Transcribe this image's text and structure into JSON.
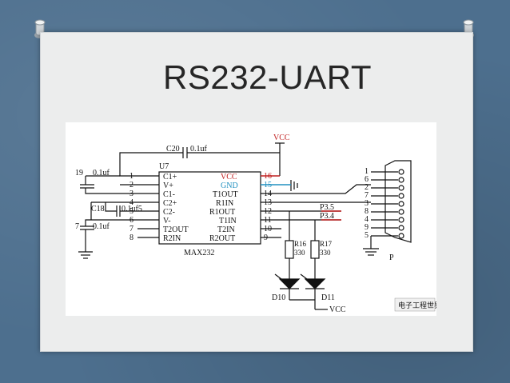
{
  "slide": {
    "title": "RS232-UART"
  },
  "schematic": {
    "chip_ref": "U7",
    "chip_name": "MAX232",
    "left_pins": [
      {
        "num": "1",
        "name": "C1+"
      },
      {
        "num": "2",
        "name": "V+"
      },
      {
        "num": "3",
        "name": "C1-"
      },
      {
        "num": "4",
        "name": "C2+"
      },
      {
        "num": "5",
        "name": "C2-"
      },
      {
        "num": "6",
        "name": "V-"
      },
      {
        "num": "7",
        "name": "T2OUT"
      },
      {
        "num": "8",
        "name": "R2IN"
      }
    ],
    "right_pins": [
      {
        "num": "16",
        "name": "VCC"
      },
      {
        "num": "15",
        "name": "GND"
      },
      {
        "num": "14",
        "name": "T1OUT"
      },
      {
        "num": "13",
        "name": "R1IN"
      },
      {
        "num": "12",
        "name": "R1OUT"
      },
      {
        "num": "11",
        "name": "T1IN"
      },
      {
        "num": "10",
        "name": "T2IN"
      },
      {
        "num": "9",
        "name": "R2OUT"
      }
    ],
    "capacitors": {
      "c20": {
        "ref": "C20",
        "value": "0.1uf"
      },
      "c19": {
        "ref": "19",
        "value": "0.1uf"
      },
      "c18": {
        "ref": "C18",
        "value": "0.1uf5"
      },
      "c17": {
        "ref": "7",
        "value": "0.1uf"
      }
    },
    "vcc_top": "VCC",
    "vcc_bottom": "VCC",
    "net_p35": "P3.5",
    "net_p34": "P3.4",
    "r16": {
      "ref": "R16",
      "value": "330"
    },
    "r17": {
      "ref": "R17",
      "value": "330"
    },
    "d10": "D10",
    "d11": "D11",
    "connector_pins": [
      "1",
      "6",
      "2",
      "7",
      "3",
      "8",
      "4",
      "9",
      "5"
    ],
    "connector_ref": "P",
    "watermark": "电子工程世界",
    "colors": {
      "vcc_line": "#c02020",
      "gnd_line": "#2090c0",
      "wire": "#111111"
    }
  }
}
